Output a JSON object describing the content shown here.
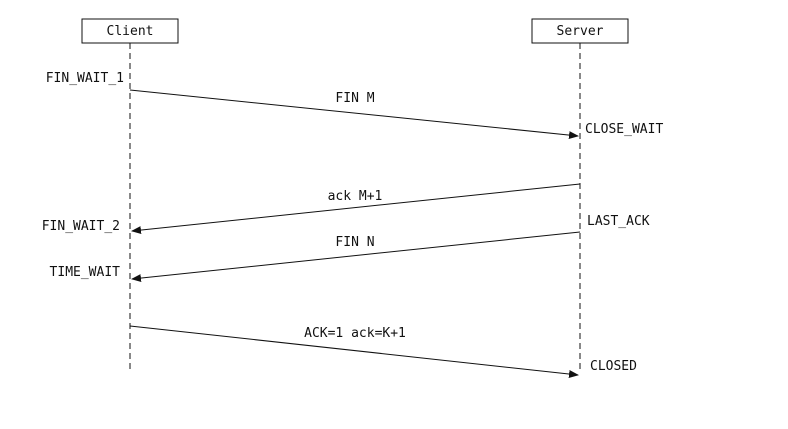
{
  "participants": {
    "client": "Client",
    "server": "Server"
  },
  "client_states": {
    "fin_wait_1": "FIN_WAIT_1",
    "fin_wait_2": "FIN_WAIT_2",
    "time_wait": "TIME_WAIT"
  },
  "server_states": {
    "close_wait": "CLOSE_WAIT",
    "last_ack": "LAST_ACK",
    "closed": "CLOSED"
  },
  "messages": {
    "fin_m": "FIN M",
    "ack_m1": "ack M+1",
    "fin_n": "FIN N",
    "ack_final": "ACK=1 ack=K+1"
  }
}
